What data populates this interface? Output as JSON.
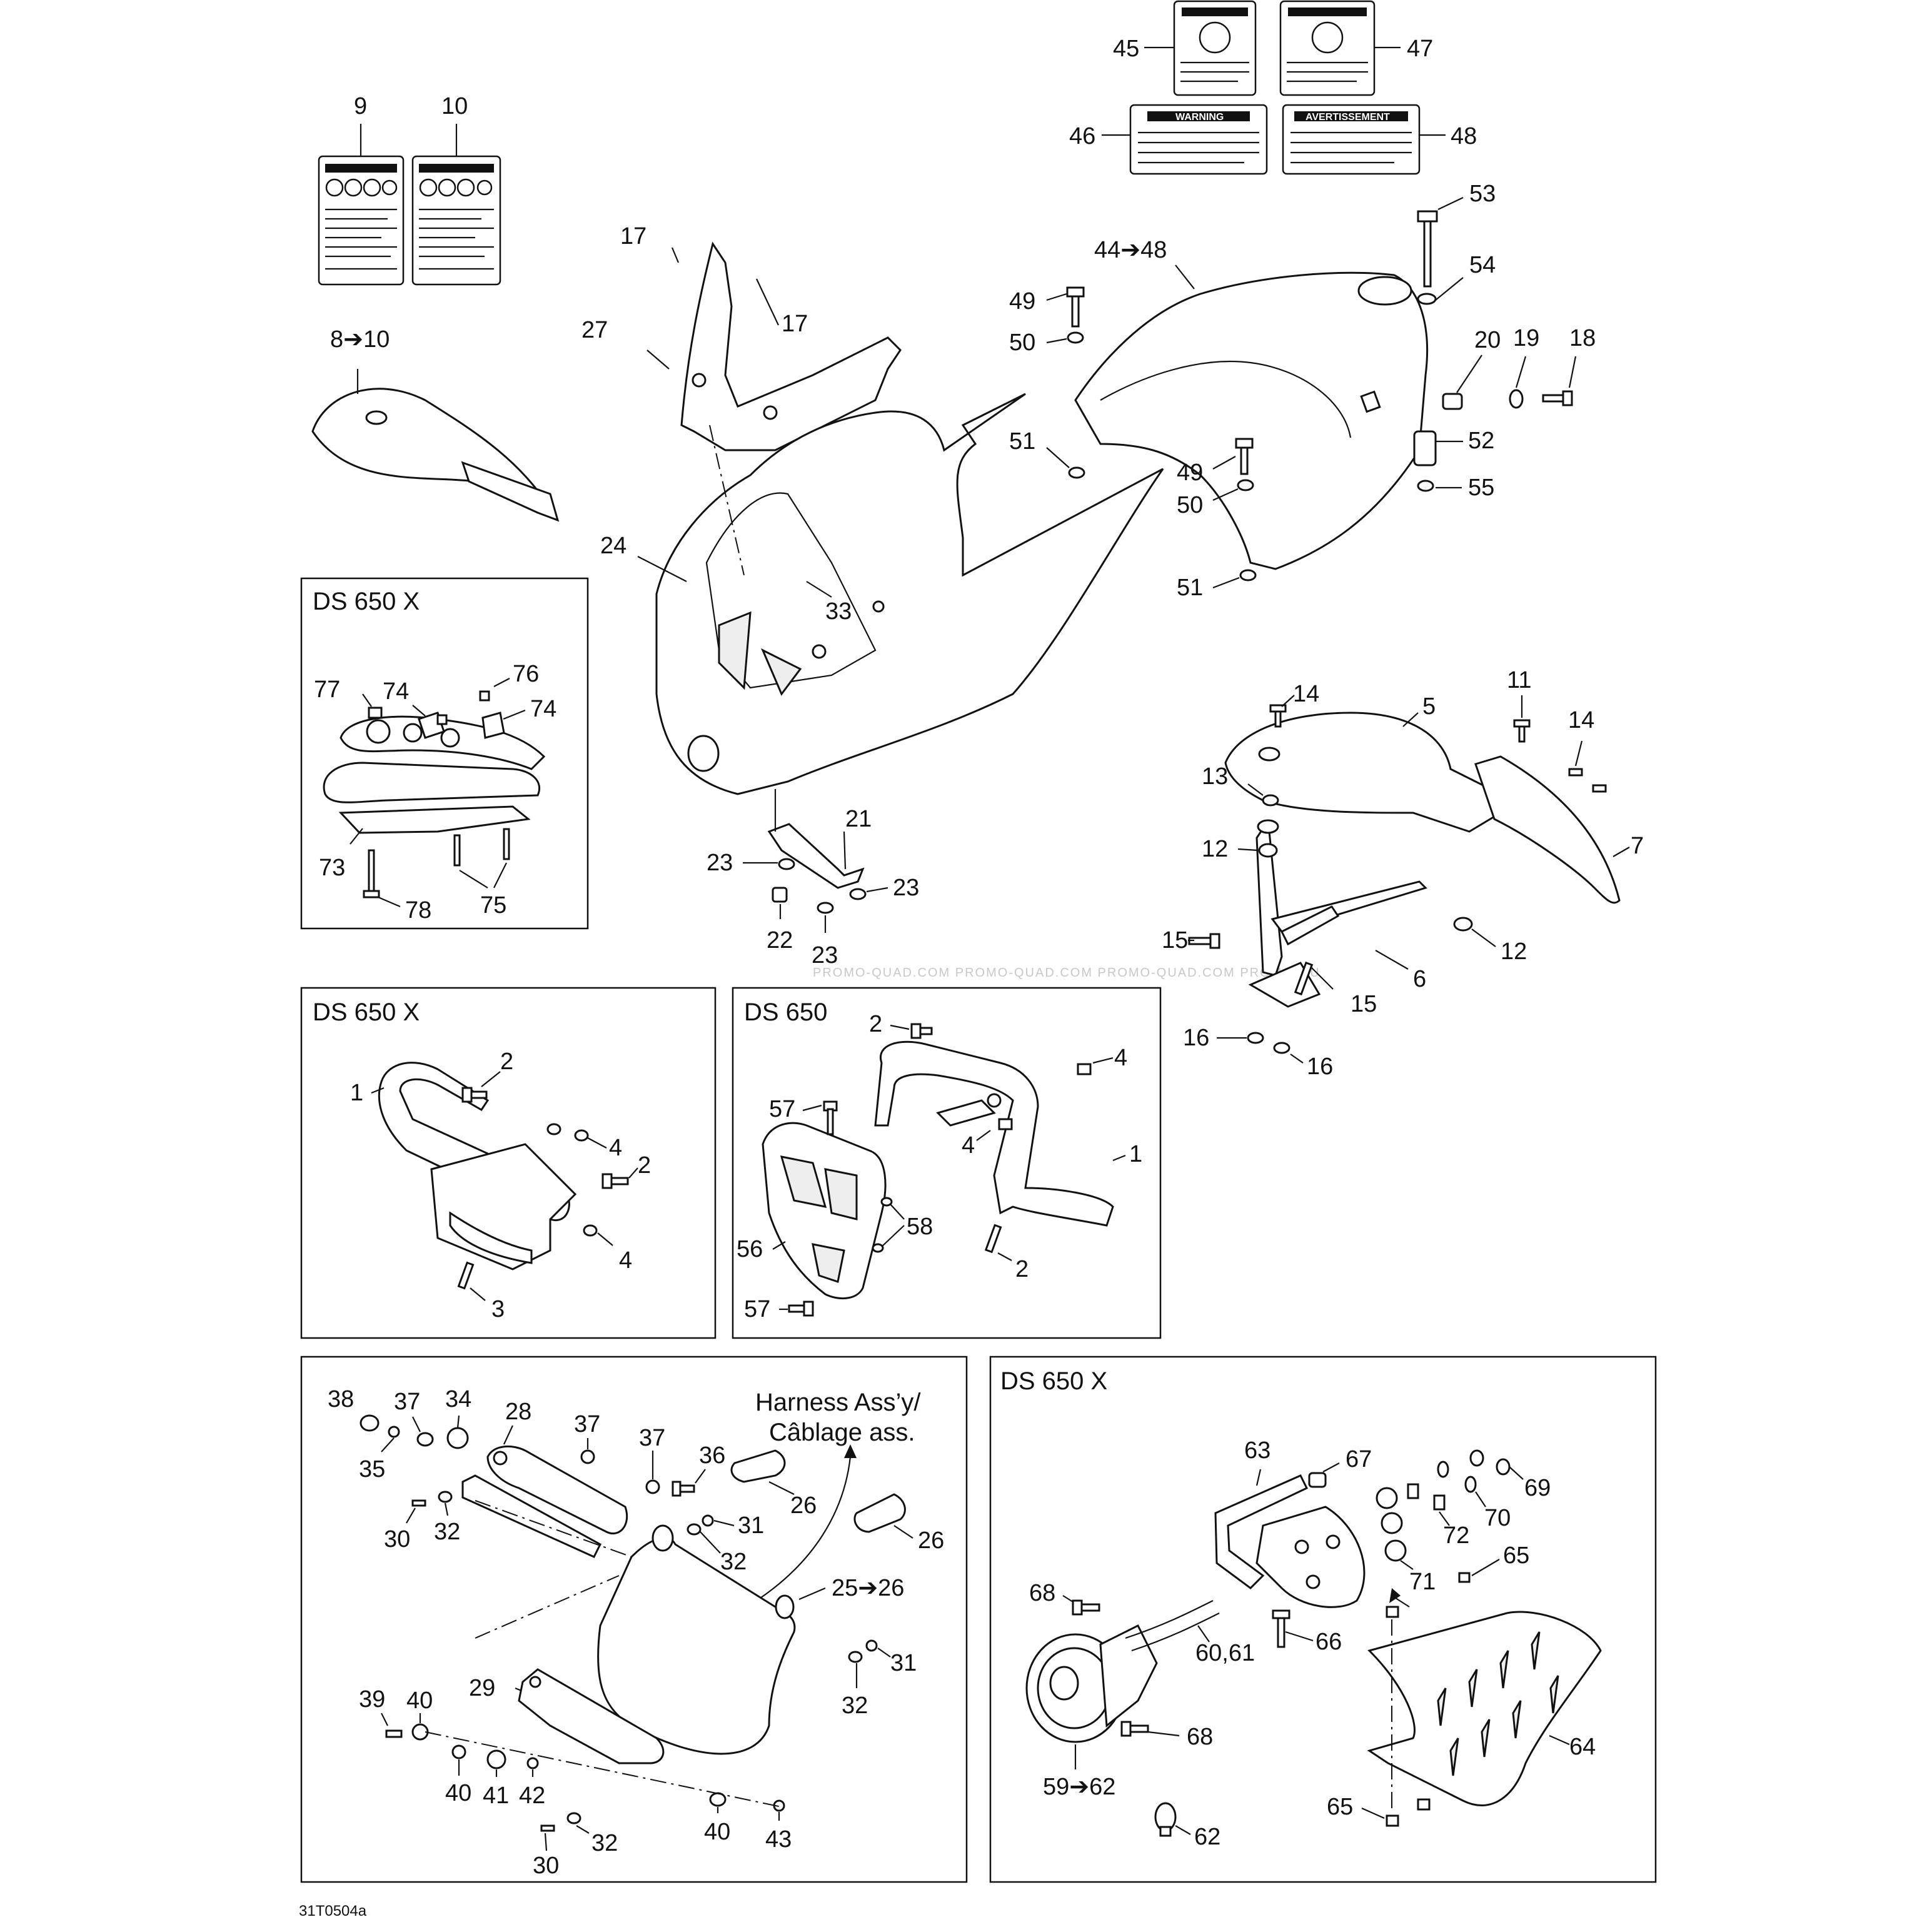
{
  "boxes": {
    "ds650x_a": "DS 650 X",
    "ds650x_b": "DS 650 X",
    "ds650": "DS 650",
    "ds650x_c": "DS 650 X"
  },
  "harness_note": {
    "line1": "Harness Ass’y/",
    "line2": "Câblage ass."
  },
  "figure_code": "31T0504a",
  "watermark": "PROMO-QUAD.COM   PROMO-QUAD.COM   PROMO-QUAD.COM   PROMO-QU",
  "decals": {
    "warning": "WARNING",
    "avertissement": "AVERTISSEMENT"
  },
  "callouts": {
    "c9": "9",
    "c10": "10",
    "c8to10": "8➔10",
    "c45": "45",
    "c47": "47",
    "c46": "46",
    "c48": "48",
    "c17a": "17",
    "c17b": "17",
    "c27": "27",
    "c24": "24",
    "c33": "33",
    "c44to48": "44➔48",
    "c53": "53",
    "c54": "54",
    "c49a": "49",
    "c50a": "50",
    "c51a": "51",
    "c49b": "49",
    "c50b": "50",
    "c51b": "51",
    "c20": "20",
    "c19": "19",
    "c18": "18",
    "c52": "52",
    "c55": "55",
    "c77": "77",
    "c74a": "74",
    "c76": "76",
    "c74b": "74",
    "c73": "73",
    "c75": "75",
    "c78": "78",
    "c21": "21",
    "c23a": "23",
    "c23b": "23",
    "c22": "22",
    "c23c": "23",
    "c14a": "14",
    "c11": "11",
    "c5": "5",
    "c14b": "14",
    "c13": "13",
    "c12a": "12",
    "c7": "7",
    "c15a": "15",
    "c12b": "12",
    "c6": "6",
    "c15b": "15",
    "c16a": "16",
    "c16b": "16",
    "x2a": "2",
    "x1": "1",
    "x4a": "4",
    "x2b": "2",
    "x3": "3",
    "x4b": "4",
    "d2a": "2",
    "d4a": "4",
    "d57a": "57",
    "d4b": "4",
    "d1": "1",
    "d58": "58",
    "d56": "56",
    "d2b": "2",
    "d57b": "57",
    "h38": "38",
    "h37a": "37",
    "h34": "34",
    "h28": "28",
    "h37b": "37",
    "h37c": "37",
    "h36": "36",
    "h35": "35",
    "h26a": "26",
    "h26b": "26",
    "h30a": "30",
    "h32a": "32",
    "h31a": "31",
    "h32b": "32",
    "h25to26": "25➔26",
    "h31b": "31",
    "h32c": "32",
    "h39": "39",
    "h40a": "40",
    "h29": "29",
    "h40b": "40",
    "h41": "41",
    "h42": "42",
    "h40c": "40",
    "h43": "43",
    "h30b": "30",
    "h32d": "32",
    "l63": "63",
    "l67": "67",
    "l69": "69",
    "l70": "70",
    "l72": "72",
    "l71": "71",
    "l65a": "65",
    "l68a": "68",
    "l60_61": "60,61",
    "l66": "66",
    "l68b": "68",
    "l64": "64",
    "l59to62": "59➔62",
    "l65b": "65",
    "l62": "62"
  }
}
